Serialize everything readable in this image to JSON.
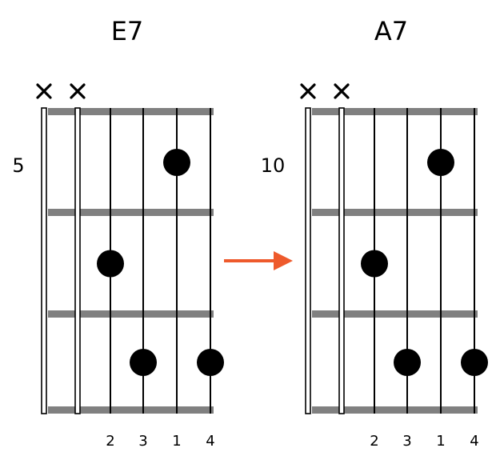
{
  "chords": [
    {
      "name": "E7",
      "start_fret_label": "5",
      "muted_strings": [
        1,
        2
      ],
      "mute_symbol": "✕",
      "dots": [
        {
          "string": 5,
          "fret": 1
        },
        {
          "string": 3,
          "fret": 2
        },
        {
          "string": 4,
          "fret": 3
        },
        {
          "string": 6,
          "fret": 3
        }
      ],
      "finger_labels": [
        "",
        "",
        "2",
        "3",
        "1",
        "4"
      ]
    },
    {
      "name": "A7",
      "start_fret_label": "10",
      "muted_strings": [
        1,
        2
      ],
      "mute_symbol": "✕",
      "dots": [
        {
          "string": 5,
          "fret": 1
        },
        {
          "string": 3,
          "fret": 2
        },
        {
          "string": 4,
          "fret": 3
        },
        {
          "string": 6,
          "fret": 3
        }
      ],
      "finger_labels": [
        "",
        "",
        "2",
        "3",
        "1",
        "4"
      ]
    }
  ],
  "colors": {
    "fret": "#808080",
    "string": "#000000",
    "dot": "#000000",
    "arrow": "#ee5a2c"
  },
  "icons": {
    "arrow": "right-arrow-icon",
    "mute": "mute-x-icon"
  }
}
